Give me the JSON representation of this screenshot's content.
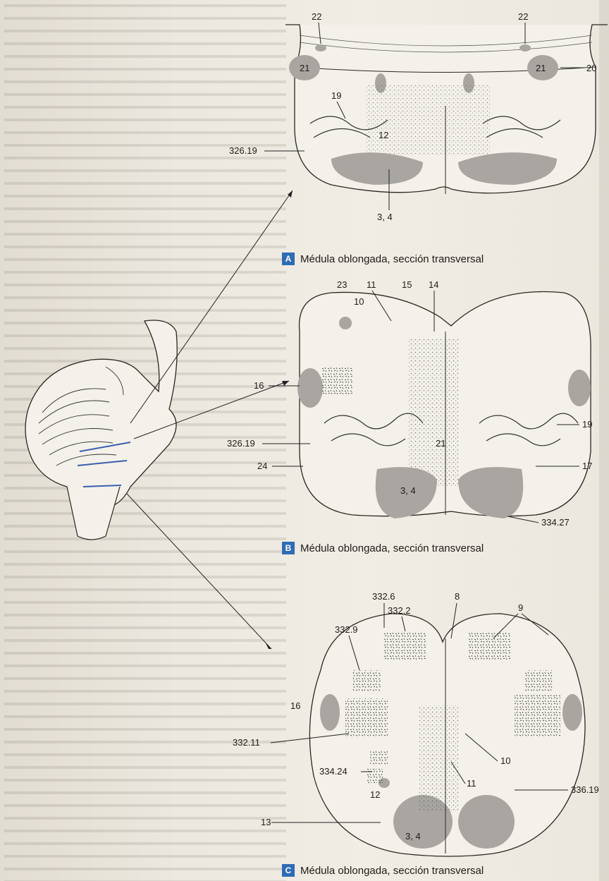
{
  "captions": {
    "a": {
      "letter": "A",
      "text": "Médula oblongada, sección transversal"
    },
    "b": {
      "letter": "B",
      "text": "Médula oblongada, sección transversal"
    },
    "c": {
      "letter": "C",
      "text": "Médula oblongada, sección transversal"
    }
  },
  "labels_a": [
    "22",
    "22",
    "21",
    "21",
    "20",
    "19",
    "12",
    "326.19",
    "3, 4"
  ],
  "labels_b": [
    "23",
    "11",
    "15",
    "14",
    "10",
    "16",
    "19",
    "326.19",
    "21",
    "24",
    "17",
    "3, 4",
    "334.27"
  ],
  "labels_c": [
    "332.6",
    "8",
    "332.2",
    "332.9",
    "9",
    "16",
    "332.11",
    "10",
    "334.24",
    "11",
    "12",
    "336.19",
    "13",
    "3, 4"
  ],
  "colors": {
    "badge": "#2e6cb5",
    "gray_nucleus": "#a9a6a1",
    "guide_line": "#3b5fae"
  }
}
